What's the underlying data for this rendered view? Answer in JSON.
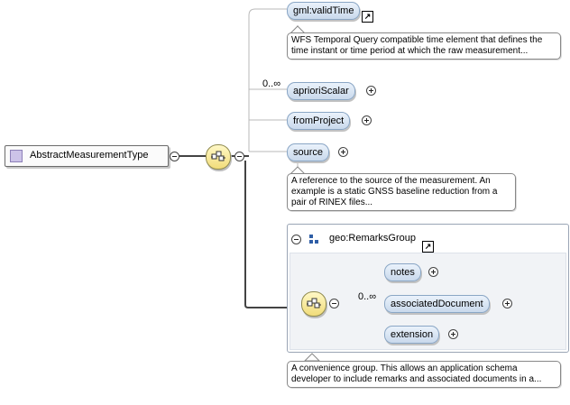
{
  "root": {
    "label": "AbstractMeasurementType"
  },
  "elements": {
    "valid_time": "gml:validTime",
    "apriori_scalar": "aprioriScalar",
    "from_project": "fromProject",
    "source": "source"
  },
  "occurrence": {
    "apriori_scalar": "0..∞",
    "associated_document": "0..∞"
  },
  "annotations": {
    "valid_time": "WFS Temporal Query compatible time element that defines the time instant or time period at which the raw measurement...",
    "source": "A reference to the source of the measurement. An example is a static GNSS baseline reduction from a pair of RINEX files...",
    "remarks_group": "A convenience group. This allows an application schema developer to include remarks and associated documents in a..."
  },
  "group": {
    "name": "geo:RemarksGroup",
    "elements": {
      "notes": "notes",
      "associated_document": "associatedDocument",
      "extension": "extension"
    }
  },
  "colors": {
    "element_fill_top": "#eaf2fb",
    "element_fill_bottom": "#c9d9ec",
    "sequence_fill": "#f1dc7a",
    "type_marker": "#ccc3e8"
  }
}
